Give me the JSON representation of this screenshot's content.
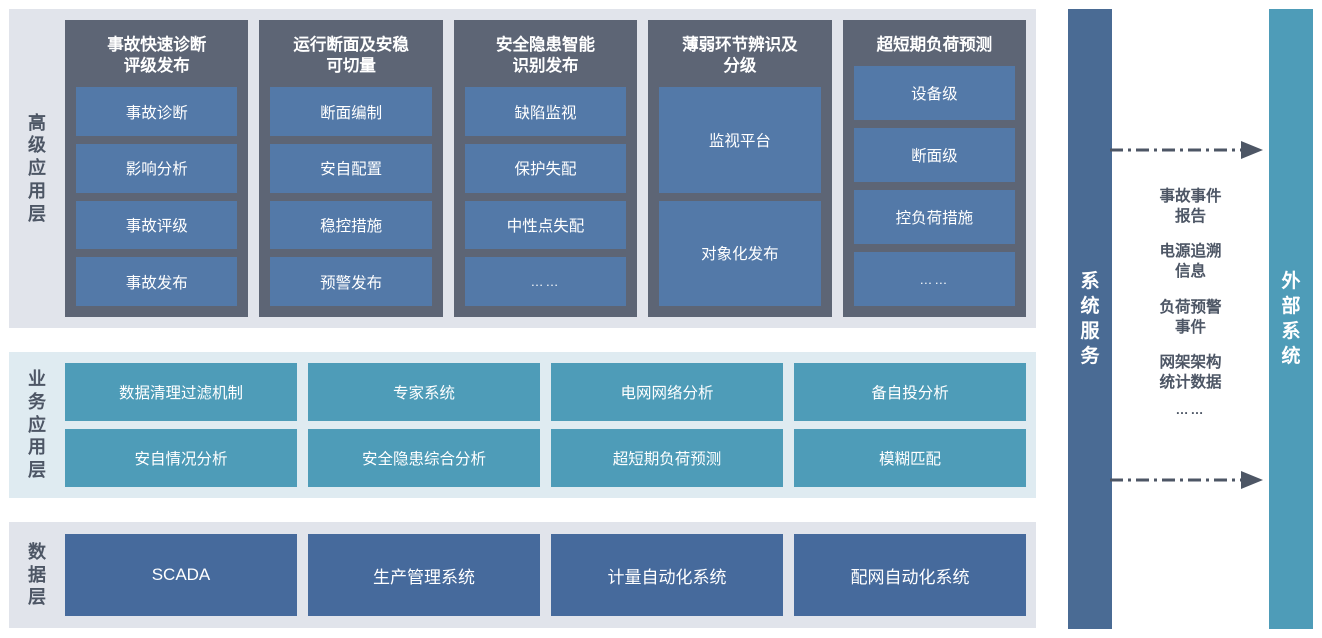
{
  "layers": [
    {
      "id": "advanced-application-layer",
      "label_chars": [
        "高",
        "级",
        "应",
        "用",
        "层"
      ],
      "columns": [
        {
          "title": "事故快速诊断\n评级发布",
          "items": [
            "事故诊断",
            "影响分析",
            "事故评级",
            "事故发布"
          ]
        },
        {
          "title": "运行断面及安稳\n可切量",
          "items": [
            "断面编制",
            "安自配置",
            "稳控措施",
            "预警发布"
          ]
        },
        {
          "title": "安全隐患智能\n识别发布",
          "items": [
            "缺陷监视",
            "保护失配",
            "中性点失配",
            "……"
          ]
        },
        {
          "title": "薄弱环节辨识及\n分级",
          "items": [
            "监视平台",
            "对象化发布"
          ]
        },
        {
          "title": "超短期负荷预测",
          "items": [
            "设备级",
            "断面级",
            "控负荷措施",
            "……"
          ]
        }
      ]
    },
    {
      "id": "business-application-layer",
      "label_chars": [
        "业",
        "务",
        "应",
        "用",
        "层"
      ],
      "items": [
        "数据清理过滤机制",
        "专家系统",
        "电网网络分析",
        "备自投分析",
        "安自情况分析",
        "安全隐患综合分析",
        "超短期负荷预测",
        "模糊匹配"
      ]
    },
    {
      "id": "data-layer",
      "label_chars": [
        "数",
        "据",
        "层"
      ],
      "items": [
        "SCADA",
        "生产管理系统",
        "计量自动化系统",
        "配网自动化系统"
      ]
    }
  ],
  "right_panel": {
    "system_service": {
      "label_chars": [
        "系",
        "统",
        "服",
        "务"
      ]
    },
    "external_system": {
      "label_chars": [
        "外",
        "部",
        "系",
        "统"
      ]
    },
    "flows": [
      "事故事件\n报告",
      "电源追溯\n信息",
      "负荷预警\n事件",
      "网架架构\n统计数据"
    ],
    "flow_ellipsis": "……",
    "arrows": [
      {
        "name": "flow-arrow-top",
        "direction": "right"
      },
      {
        "name": "flow-arrow-bottom",
        "direction": "right"
      }
    ]
  },
  "colors": {
    "panel_gray_bg": "#e1e4eb",
    "panel_blue_bg": "#dfebf1",
    "column_dark": "#5d6575",
    "item_blue": "#5379a8",
    "item_teal": "#4e9cb8",
    "item_navy": "#466a9c",
    "label_text": "#4d5665",
    "system_service_bar": "#4a6b94",
    "external_system_bar": "#4e9cb8"
  }
}
